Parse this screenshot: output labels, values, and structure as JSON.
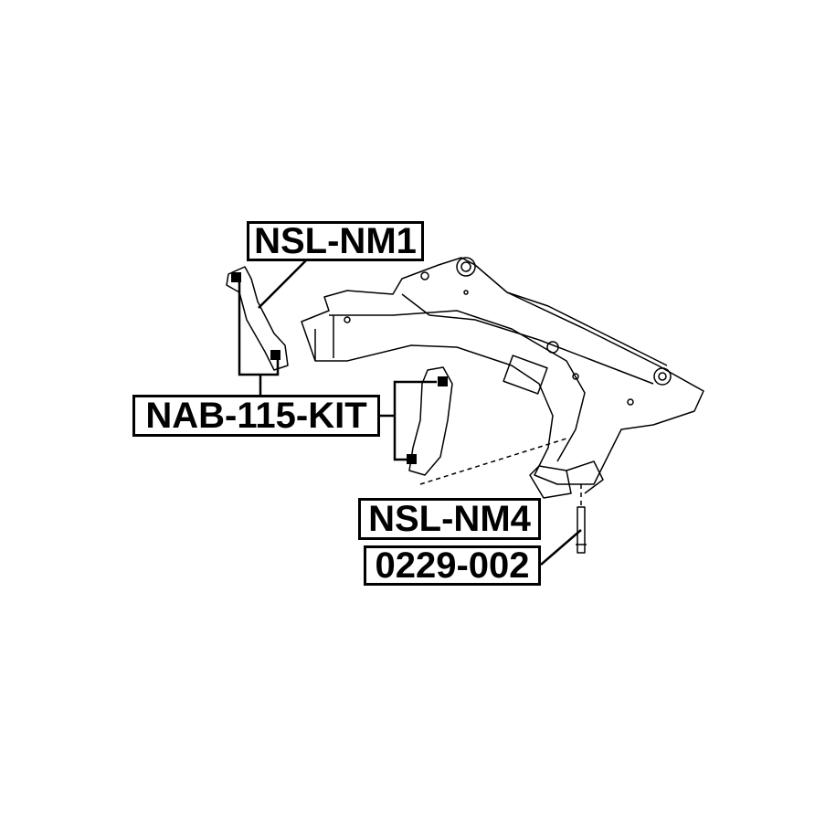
{
  "labels": {
    "nsl_nm1": "NSL-NM1",
    "nab_115_kit": "NAB-115-KIT",
    "nsl_nm4": "NSL-NM4",
    "part_0229_002": "0229-002"
  }
}
